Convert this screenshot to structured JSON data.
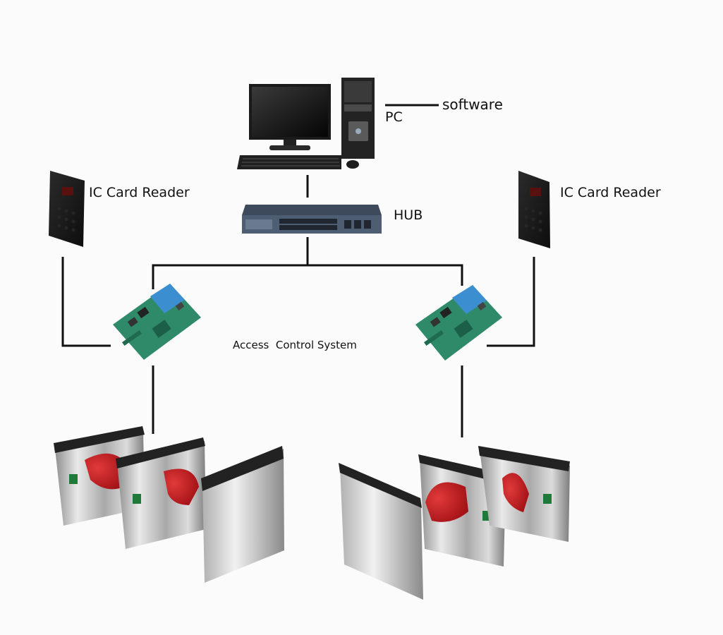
{
  "labels": {
    "pc": "PC",
    "software": "software",
    "hub": "HUB",
    "card_reader_left": "IC Card Reader",
    "card_reader_right": "IC Card Reader",
    "access_control": "Access  Control System"
  },
  "colors": {
    "line": "#111111",
    "board_green": "#2f8a6a",
    "board_blue": "#3b8fd0",
    "barrier_red": "#c1121f",
    "reader_body": "#1c1c1c",
    "turnstile_steel": "#c8c8c8"
  },
  "icons": {
    "pc": "desktop-computer-icon",
    "hub": "network-switch-icon",
    "card_reader": "card-reader-icon",
    "controller": "control-board-icon",
    "turnstile": "flap-barrier-turnstile-icon"
  }
}
